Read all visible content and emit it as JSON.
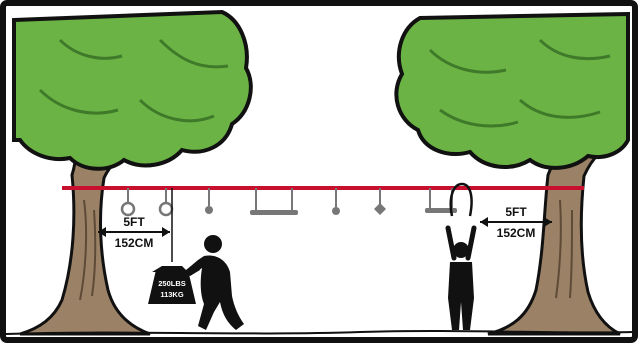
{
  "measurements": {
    "left": {
      "feet": "5FT",
      "cm": "152CM"
    },
    "right": {
      "feet": "5FT",
      "cm": "152CM"
    }
  },
  "weight": {
    "lbs": "250LBS",
    "kg": "113KG"
  },
  "colors": {
    "line": "#c8102e",
    "foliage": "#6bb344",
    "foliage_dark": "#3f7a2a",
    "trunk": "#9b8266",
    "outline": "#111111"
  }
}
